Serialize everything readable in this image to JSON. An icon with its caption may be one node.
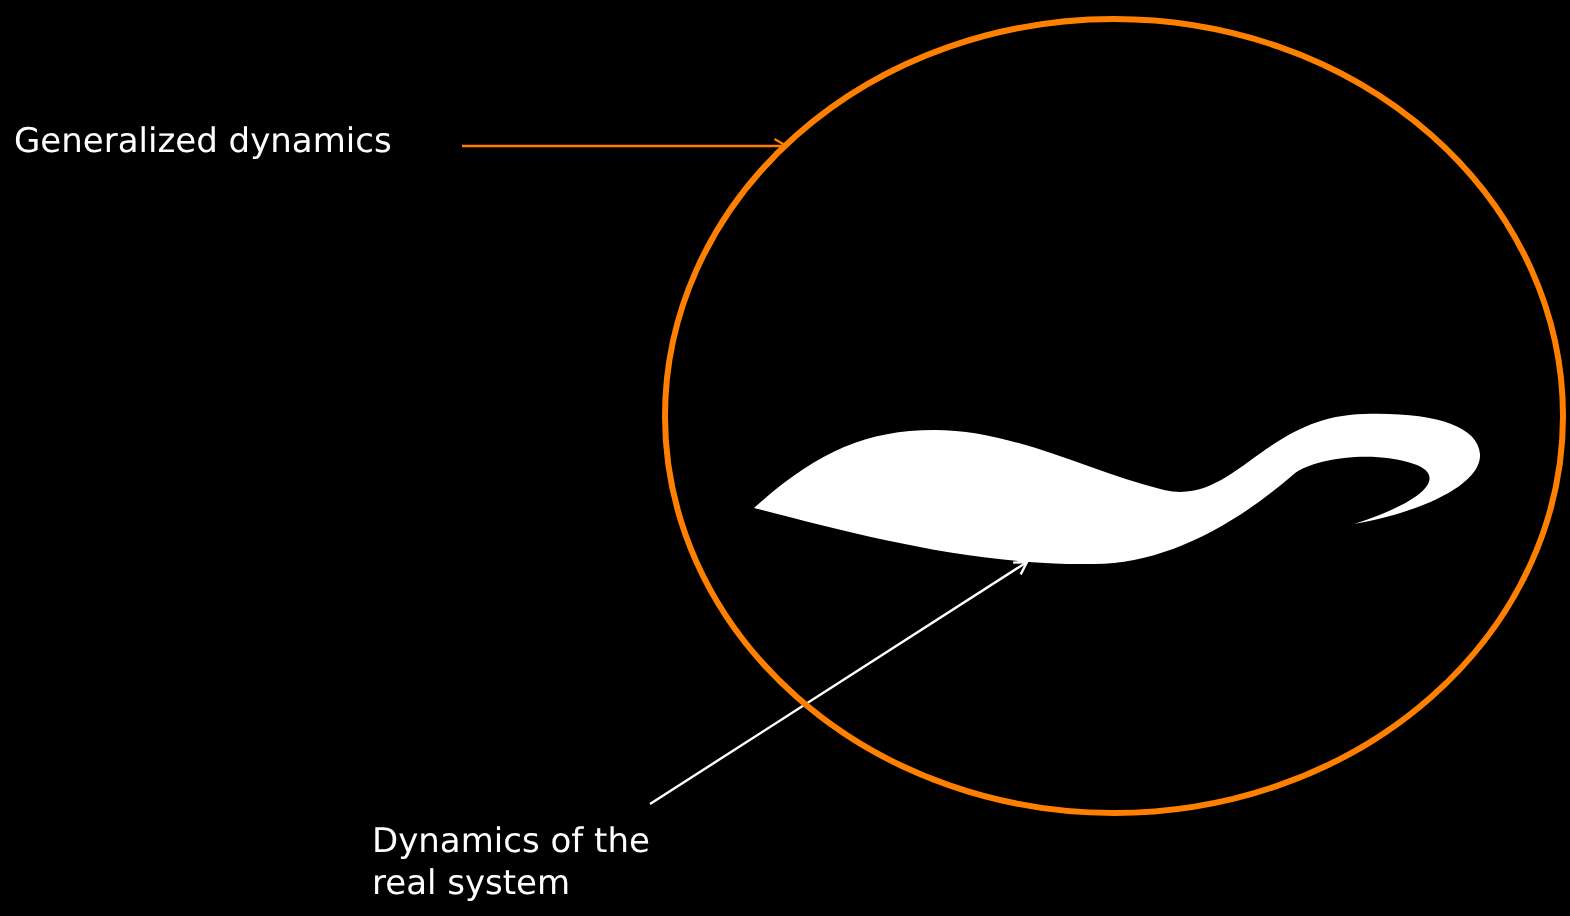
{
  "diagram": {
    "nodes": [
      {
        "text": [
          "Generalized dynamics"
        ]
      },
      {
        "text": [
          "Dynamics of the real system"
        ]
      },
      {
        "text": [],
        "shape": "circle"
      },
      {
        "text": [],
        "shape": "region",
        "in": 2
      }
    ],
    "edges": [
      {
        "from": 0,
        "to": 2,
        "arrow": "to",
        "color": "#ff8000"
      },
      {
        "from": 1,
        "to": 3,
        "arrow": "to",
        "color": "#ffffff"
      }
    ]
  }
}
